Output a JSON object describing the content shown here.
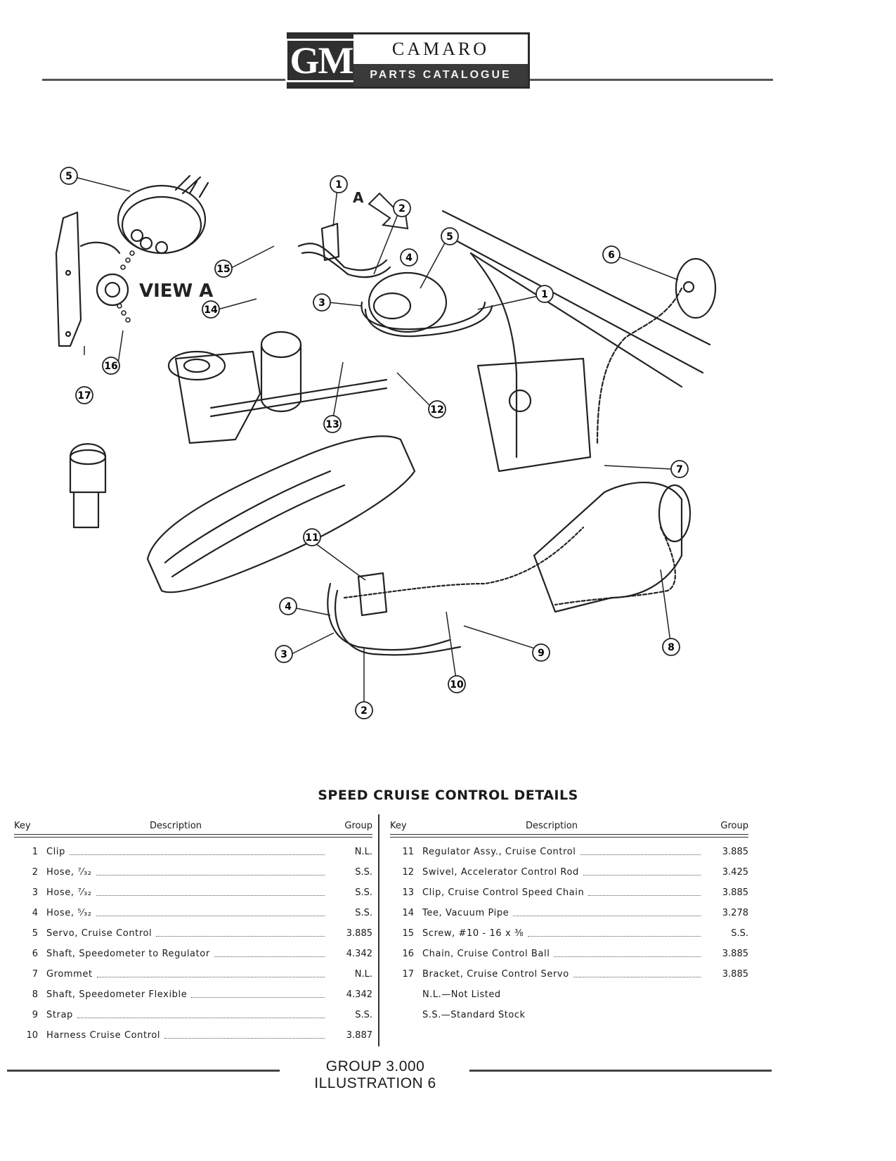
{
  "header": {
    "logo_mark": "GM",
    "model": "CAMARO",
    "catalogue": "PARTS CATALOGUE"
  },
  "diagram": {
    "view_label": "VIEW A",
    "arrow_label": "A",
    "callouts": [
      "5",
      "1",
      "2",
      "15",
      "5",
      "6",
      "14",
      "3",
      "4",
      "1",
      "17",
      "16",
      "12",
      "13",
      "7",
      "11",
      "4",
      "3",
      "2",
      "10",
      "9",
      "8"
    ]
  },
  "section_title": "SPEED CRUISE CONTROL DETAILS",
  "table_left": {
    "headers": {
      "key": "Key",
      "description": "Description",
      "group": "Group"
    },
    "rows": [
      {
        "key": "1",
        "description": "Clip",
        "group": "N.L."
      },
      {
        "key": "2",
        "description": "Hose, ⁷⁄₃₂",
        "group": "S.S."
      },
      {
        "key": "3",
        "description": "Hose, ⁷⁄₃₂",
        "group": "S.S."
      },
      {
        "key": "4",
        "description": "Hose, ⁵⁄₃₂",
        "group": "S.S."
      },
      {
        "key": "5",
        "description": "Servo, Cruise Control",
        "group": "3.885"
      },
      {
        "key": "6",
        "description": "Shaft, Speedometer to Regulator",
        "group": "4.342"
      },
      {
        "key": "7",
        "description": "Grommet",
        "group": "N.L."
      },
      {
        "key": "8",
        "description": "Shaft, Speedometer Flexible",
        "group": "4.342"
      },
      {
        "key": "9",
        "description": "Strap",
        "group": "S.S."
      },
      {
        "key": "10",
        "description": "Harness Cruise Control",
        "group": "3.887"
      }
    ]
  },
  "table_right": {
    "headers": {
      "key": "Key",
      "description": "Description",
      "group": "Group"
    },
    "rows": [
      {
        "key": "11",
        "description": "Regulator Assy., Cruise Control",
        "group": "3.885"
      },
      {
        "key": "12",
        "description": "Swivel, Accelerator Control Rod",
        "group": "3.425"
      },
      {
        "key": "13",
        "description": "Clip, Cruise Control Speed Chain",
        "group": "3.885"
      },
      {
        "key": "14",
        "description": "Tee, Vacuum Pipe",
        "group": "3.278"
      },
      {
        "key": "15",
        "description": "Screw, #10 - 16 x ⅜",
        "group": "S.S."
      },
      {
        "key": "16",
        "description": "Chain, Cruise Control Ball",
        "group": "3.885"
      },
      {
        "key": "17",
        "description": "Bracket, Cruise Control Servo",
        "group": "3.885"
      }
    ],
    "notes": [
      "N.L.—Not Listed",
      "S.S.—Standard Stock"
    ]
  },
  "footer": "GROUP 3.000 ILLUSTRATION 6"
}
